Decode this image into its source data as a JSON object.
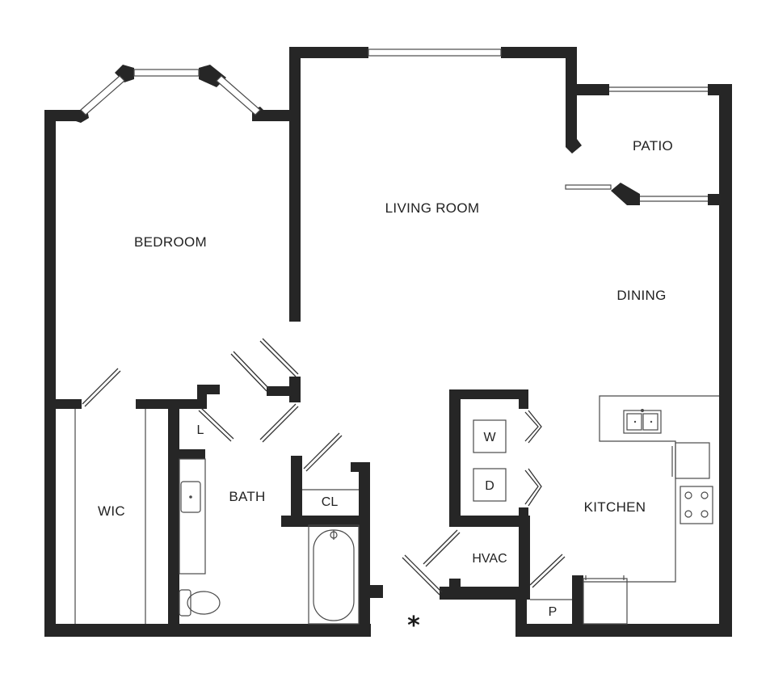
{
  "rooms": {
    "bedroom": "BEDROOM",
    "living_room": "LIVING ROOM",
    "patio": "PATIO",
    "dining": "DINING",
    "wic": "WIC",
    "bath": "BATH",
    "linen": "L",
    "closet": "CL",
    "washer": "W",
    "dryer": "D",
    "kitchen": "KITCHEN",
    "hvac": "HVAC",
    "pantry": "P"
  },
  "entry_marker": "*",
  "colors": {
    "wall": "#262626",
    "line": "#4a4a4a",
    "background": "#ffffff"
  }
}
